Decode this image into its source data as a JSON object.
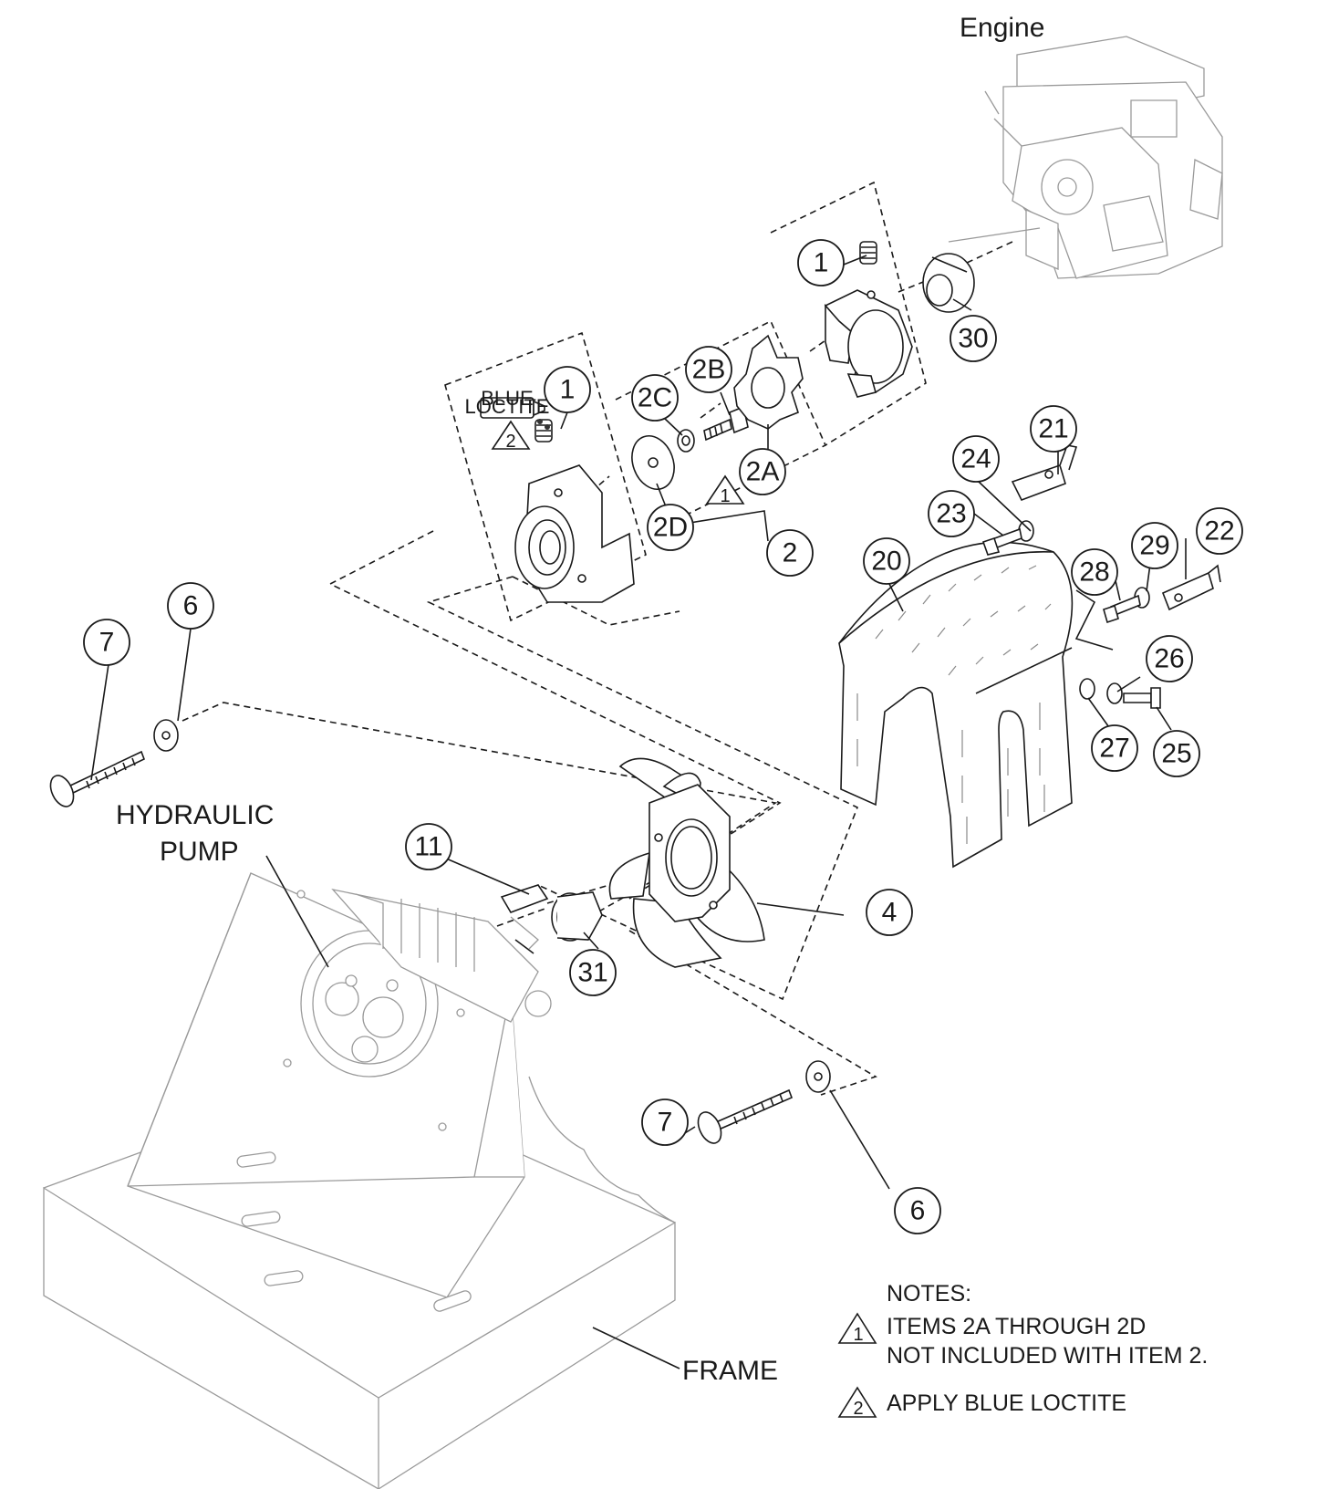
{
  "labels": {
    "engine": "Engine",
    "hydraulic_pump_line1": "HYDRAULIC",
    "hydraulic_pump_line2": "PUMP",
    "frame": "FRAME",
    "tube_text_1": "BLUE",
    "tube_text_2": "LOCTITE"
  },
  "callouts": {
    "c1a": "1",
    "c1b": "1",
    "c2": "2",
    "c2a": "2A",
    "c2b": "2B",
    "c2c": "2C",
    "c2d": "2D",
    "c4": "4",
    "c6a": "6",
    "c6b": "6",
    "c7a": "7",
    "c7b": "7",
    "c11": "11",
    "c20": "20",
    "c21": "21",
    "c22": "22",
    "c23": "23",
    "c24": "24",
    "c25": "25",
    "c26": "26",
    "c27": "27",
    "c28": "28",
    "c29": "29",
    "c30": "30",
    "c31": "31"
  },
  "markers": {
    "tri2_on_coupling": "2",
    "tri1_on_spider": "1"
  },
  "notes": {
    "title": "NOTES:",
    "note1_marker": "1",
    "note1_line1": "ITEMS 2A THROUGH 2D",
    "note1_line2": "NOT INCLUDED WITH ITEM 2.",
    "note2_marker": "2",
    "note2_text": "APPLY BLUE LOCTITE"
  }
}
